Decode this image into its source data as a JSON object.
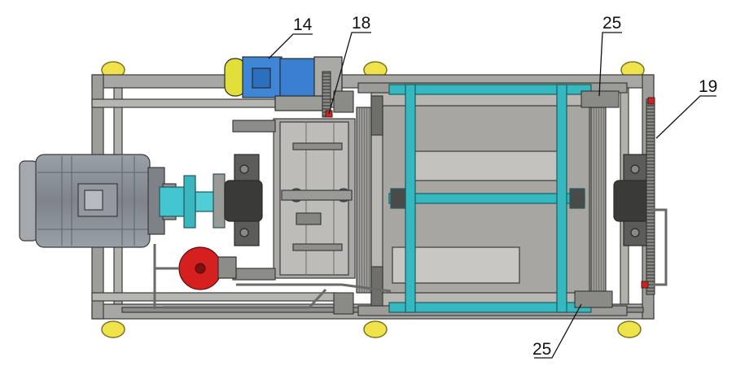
{
  "callouts": {
    "c14": "14",
    "c18": "18",
    "c25_top": "25",
    "c19": "19",
    "c25_bottom": "25"
  },
  "colors": {
    "frame": "#a7a7a3",
    "frame_dark": "#6f6f6c",
    "motor": "#8e939c",
    "coupling": "#43c5cf",
    "cross_beam": "#35b8bf",
    "brake": "#d61f1f",
    "gearbox": "#3b7fd1",
    "fan_cover": "#e2df3a",
    "caster": "#f0e24a",
    "drum": "#b8b7b2"
  }
}
